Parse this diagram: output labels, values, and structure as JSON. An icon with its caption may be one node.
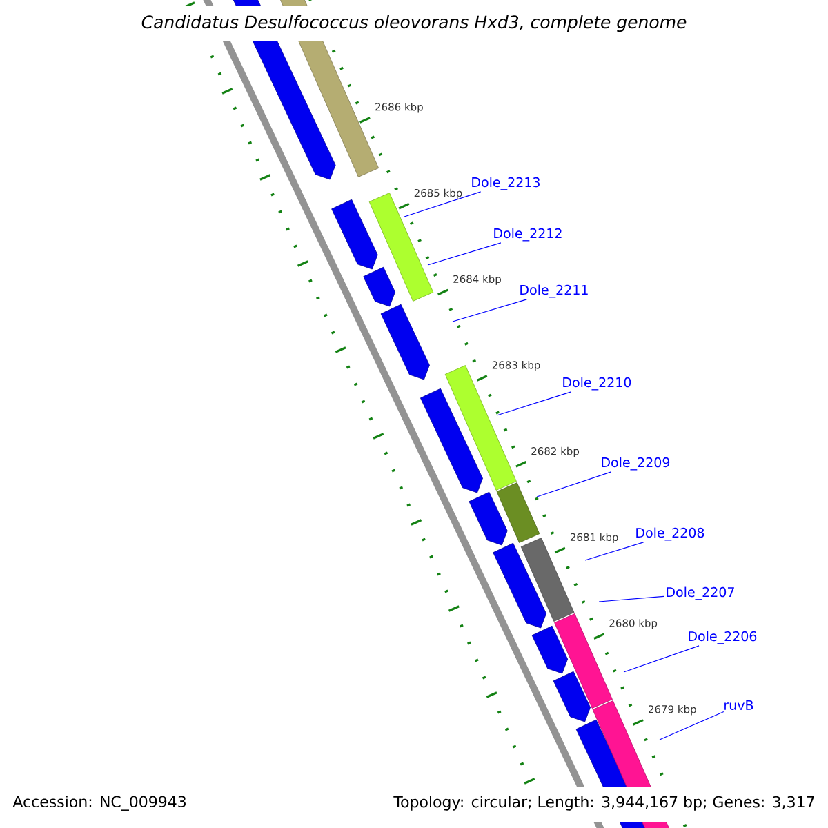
{
  "diagram": {
    "title": "Candidatus Desulfococcus oleovorans Hxd3, complete genome",
    "nodes": [
      {
        "text": [
          "Dole_2213"
        ]
      },
      {
        "text": [
          "Dole_2212"
        ]
      },
      {
        "text": [
          "Dole_2211"
        ]
      },
      {
        "text": [
          "Dole_2210"
        ]
      },
      {
        "text": [
          "Dole_2209"
        ]
      },
      {
        "text": [
          "Dole_2208"
        ]
      },
      {
        "text": [
          "Dole_2207"
        ]
      },
      {
        "text": [
          "Dole_2206"
        ]
      },
      {
        "text": [
          "ruvB"
        ]
      }
    ],
    "edges": [
      {
        "from": 0,
        "to": null,
        "arrow": "none"
      },
      {
        "from": 1,
        "to": null,
        "arrow": "none"
      },
      {
        "from": 2,
        "to": null,
        "arrow": "none"
      },
      {
        "from": 3,
        "to": null,
        "arrow": "none"
      },
      {
        "from": 4,
        "to": null,
        "arrow": "none"
      },
      {
        "from": 5,
        "to": null,
        "arrow": "none"
      },
      {
        "from": 6,
        "to": null,
        "arrow": "none"
      },
      {
        "from": 7,
        "to": null,
        "arrow": "none"
      },
      {
        "from": 8,
        "to": null,
        "arrow": "none"
      }
    ],
    "labels": [
      "2686 kbp",
      "2685 kbp",
      "2684 kbp",
      "2683 kbp",
      "2682 kbp",
      "2681 kbp",
      "2680 kbp",
      "2679 kbp",
      "Accession: NC_009943",
      "Topology: circular; Length: 3,944,167 bp; Genes: 3,317"
    ]
  }
}
